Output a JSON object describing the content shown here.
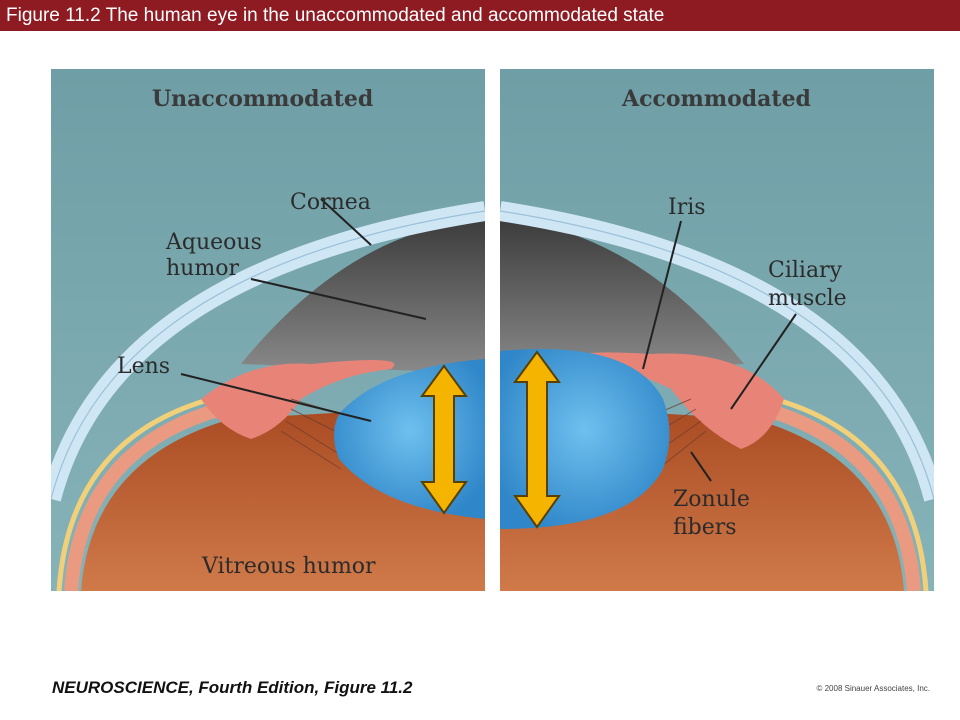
{
  "header": {
    "title": "Figure 11.2  The human eye in the unaccommodated and accommodated state",
    "background_color": "#8e1b22"
  },
  "figure": {
    "left_panel": {
      "title": "Unaccommodated",
      "labels": {
        "cornea": "Cornea",
        "aqueous_line1": "Aqueous",
        "aqueous_line2": "humor",
        "lens": "Lens",
        "vitreous": "Vitreous humor"
      }
    },
    "right_panel": {
      "title": "Accommodated",
      "labels": {
        "iris": "Iris",
        "ciliary_line1": "Ciliary",
        "ciliary_line2": "muscle",
        "zonule_line1": "Zonule",
        "zonule_line2": "fibers"
      }
    },
    "colors": {
      "background": "#7aa7ac",
      "cornea": "#cfe6f5",
      "lens": "#4aa3df",
      "arrow": "#f4b400",
      "vitreous": "#b85a2a",
      "ciliary": "#e88378",
      "iris": "#5e5e5e"
    }
  },
  "footer": {
    "book": "NEUROSCIENCE, Fourth Edition, Figure 11.2",
    "copyright": "© 2008 Sinauer Associates, Inc."
  }
}
